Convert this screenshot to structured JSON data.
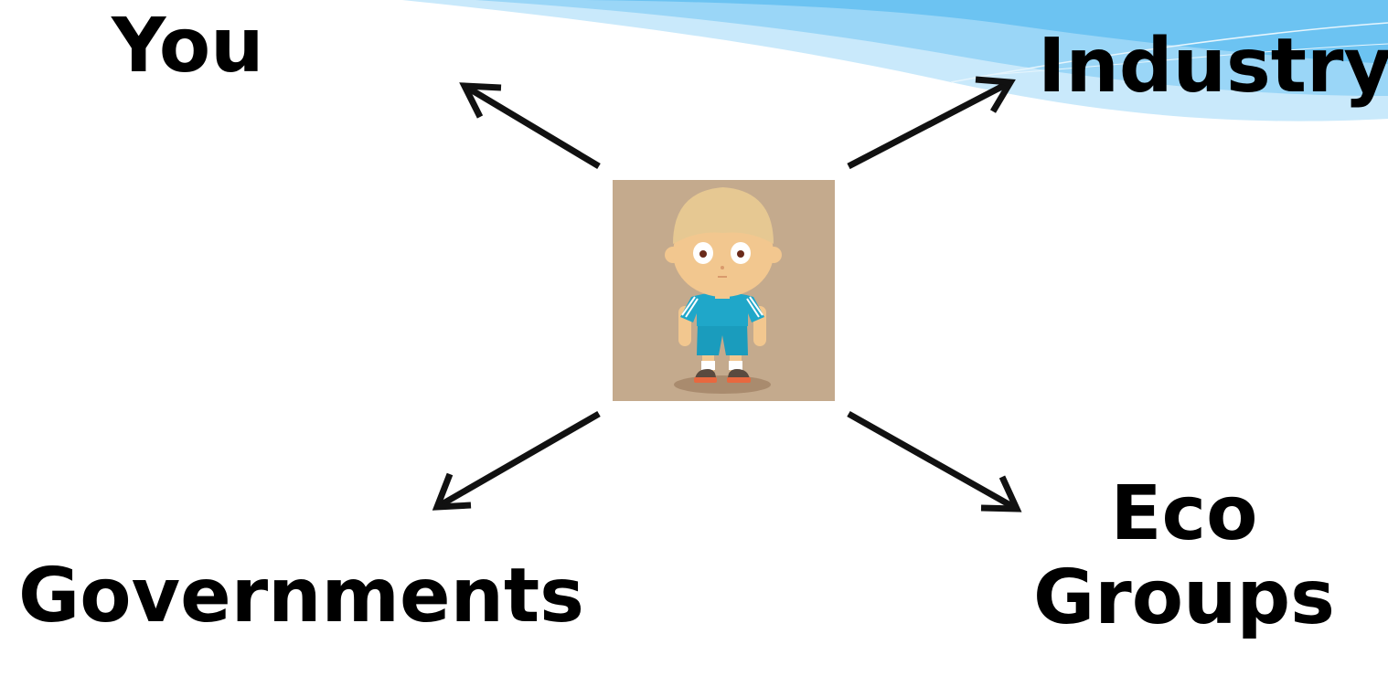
{
  "diagram": {
    "center": {
      "image_icon": "child-character-icon"
    },
    "nodes": {
      "you": "You",
      "industry": "Industry",
      "governments": "Governments",
      "eco_line1": "Eco",
      "eco_line2": "Groups"
    }
  },
  "theme": {
    "banner_colors": [
      "#5bb8f0",
      "#8fd0f5",
      "#c5e8fb"
    ],
    "arrow_color": "#111111",
    "background": "#c4aa8d"
  }
}
